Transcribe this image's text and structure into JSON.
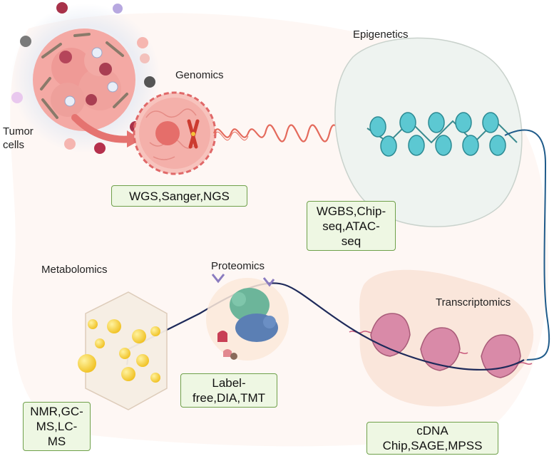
{
  "labels": {
    "tumor_cells": "Tumor\ncells",
    "genomics": "Genomics",
    "epigenetics": "Epigenetics",
    "transcriptomics": "Transcriptomics",
    "proteomics": "Proteomics",
    "metabolomics": "Metabolomics"
  },
  "methods": {
    "genomics": "WGS,Sanger,NGS",
    "epigenetics": "WGBS,Chip-\nseq,ATAC-\nseq",
    "transcriptomics": "cDNA\nChip,SAGE,MPSS",
    "proteomics": "Label-\nfree,DIA,TMT",
    "metabolomics": "NMR,GC-\nMS,LC-\nMS"
  },
  "colors": {
    "method_box_fill": "#eef7e3",
    "method_box_border": "#6fa04a",
    "tumor_pink": "#f19a9a",
    "cell_membrane": "#e06868",
    "dna_strand": "#e46a5c",
    "nucleosome": "#5cc8d2",
    "chromatin_line": "#1f5b8a",
    "ribosome": "#d98aa8",
    "protein_green": "#6cb59a",
    "protein_blue": "#5b7fb4",
    "metabolite": "#f5d23a",
    "backbone_line": "#1e2a5a"
  }
}
